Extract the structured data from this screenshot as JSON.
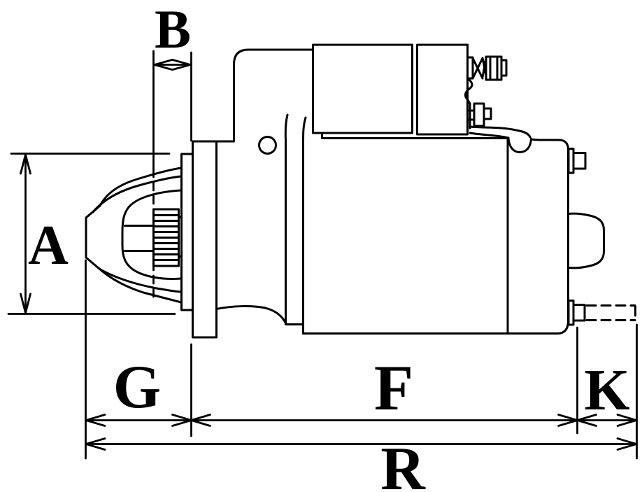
{
  "colors": {
    "ink": "#000000",
    "background": "#ffffff"
  },
  "dimension_labels": {
    "a": "A",
    "b": "B",
    "g": "G",
    "f": "F",
    "k": "K",
    "r": "R"
  }
}
